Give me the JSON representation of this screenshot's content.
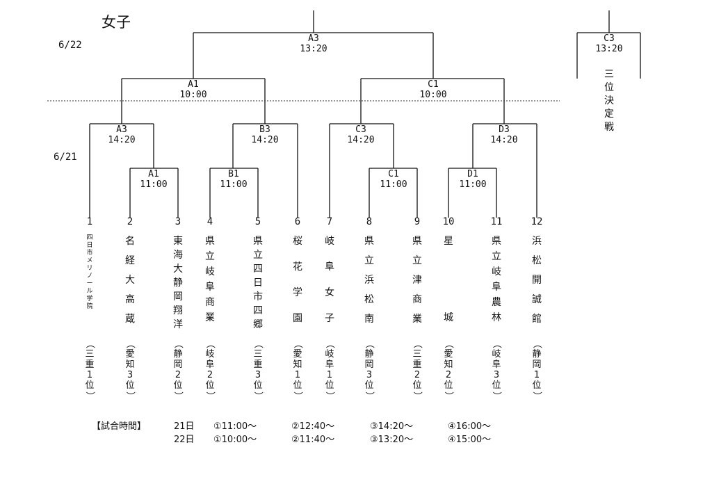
{
  "title": "女子",
  "dates": {
    "day2": "6/22",
    "day1": "6/21"
  },
  "matches": {
    "final": {
      "code": "A3",
      "time": "13:20"
    },
    "sf_left": {
      "code": "A1",
      "time": "10:00"
    },
    "sf_right": {
      "code": "C1",
      "time": "10:00"
    },
    "q1": {
      "code": "A3",
      "time": "14:20"
    },
    "q2": {
      "code": "B3",
      "time": "14:20"
    },
    "q3": {
      "code": "C3",
      "time": "14:20"
    },
    "q4": {
      "code": "D3",
      "time": "14:20"
    },
    "r1a": {
      "code": "A1",
      "time": "11:00"
    },
    "r1b": {
      "code": "B1",
      "time": "11:00"
    },
    "r1c": {
      "code": "C1",
      "time": "11:00"
    },
    "r1d": {
      "code": "D1",
      "time": "11:00"
    },
    "third_place": {
      "code": "C3",
      "time": "13:20",
      "label": "三位決定戦"
    }
  },
  "teams": [
    {
      "seed": "1",
      "name": "四日市メリノール学院",
      "pref": "三重",
      "rank": "1"
    },
    {
      "seed": "2",
      "name": "名経大高蔵",
      "pref": "愛知",
      "rank": "3"
    },
    {
      "seed": "3",
      "name": "東海大静岡翔洋",
      "pref": "静岡",
      "rank": "2"
    },
    {
      "seed": "4",
      "name": "県立岐阜商業",
      "pref": "岐阜",
      "rank": "2"
    },
    {
      "seed": "5",
      "name": "県立四日市四郷",
      "pref": "三重",
      "rank": "3"
    },
    {
      "seed": "6",
      "name": "桜花学園",
      "pref": "愛知",
      "rank": "1"
    },
    {
      "seed": "7",
      "name": "岐阜女子",
      "pref": "岐阜",
      "rank": "1"
    },
    {
      "seed": "8",
      "name": "県立浜松南",
      "pref": "静岡",
      "rank": "3"
    },
    {
      "seed": "9",
      "name": "県立津商業",
      "pref": "三重",
      "rank": "2"
    },
    {
      "seed": "10",
      "name": "星城",
      "pref": "愛知",
      "rank": "2"
    },
    {
      "seed": "11",
      "name": "県立岐阜農林",
      "pref": "岐阜",
      "rank": "3"
    },
    {
      "seed": "12",
      "name": "浜松開誠館",
      "pref": "静岡",
      "rank": "1"
    }
  ],
  "schedule": {
    "heading": "【試合時間】",
    "rows": [
      {
        "day": "21日",
        "slots": [
          "①11:00～",
          "②12:40～",
          "③14:20～",
          "④16:00～"
        ]
      },
      {
        "day": "22日",
        "slots": [
          "①10:00～",
          "②11:40～",
          "③13:20～",
          "④15:00～"
        ]
      }
    ]
  }
}
